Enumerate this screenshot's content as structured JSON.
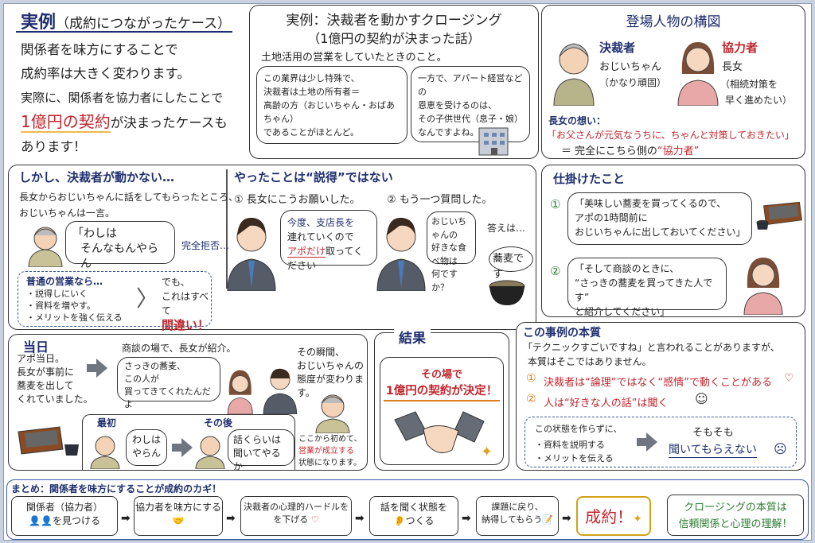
{
  "intro": {
    "title_main": "実例",
    "title_sub": "（成約につながったケース）",
    "line1": "関係者を味方にすることで",
    "line2": "成約率は大きく変わります。",
    "line3": "実際に、関係者を協力者にしたことで",
    "highlight": "1億円の契約",
    "line4_rest": "が決まったケースも",
    "line5": "あります！"
  },
  "case": {
    "title": "実例：決裁者を動かすクロージング",
    "subtitle": "（1億円の契約が決まった話）",
    "lead": "土地活用の営業をしていたときのこと。",
    "bubble1": [
      "この業界は少し特殊で、",
      "決裁者は土地の所有者＝",
      "高齢の方（おじいちゃん・おばあちゃん）",
      "であることがほとんど。"
    ],
    "bubble2": [
      "一方で、アパート経営などの",
      "恩恵を受けるのは、",
      "その子供世代（息子・娘）",
      "なんですよね。"
    ]
  },
  "characters": {
    "title": "登場人物の構図",
    "decider_role": "決裁者",
    "decider_name": "おじいちゃん",
    "decider_note": "（かなり頑固）",
    "helper_role": "協力者",
    "helper_name": "長女",
    "helper_note1": "（相続対策を",
    "helper_note2": "早く進めたい）",
    "thought_label": "長女の想い：",
    "thought_quote": "「お父さんが元気なうちに、ちゃんと対策しておきたい」",
    "conclusion_prefix": "＝ 完全にこちら側の",
    "conclusion_emph": "“協力者”"
  },
  "stuck": {
    "title": "しかし、決裁者が動かない…",
    "text1": "長女からおじいちゃんに話をしてもらったところ、",
    "text2": "おじいちゃんは一言。",
    "quote1": "「わしは",
    "quote2": "そんなもんやらん",
    "reject": "完全拒否…",
    "normal_title": "普通の営業なら…",
    "normal_items": [
      "・説得しにいく",
      "・資料を増やす。",
      "・メリットを強く伝える"
    ],
    "but1": "でも、",
    "but2": "これはすべて",
    "wrong": "間違い！"
  },
  "did": {
    "title": "やったことは“説得”ではない",
    "step1": "① 長女にこうお願いした。",
    "bubble1_line1": "今度、支店長を",
    "bubble1_line2": "連れていくので",
    "bubble1_emph": "アポだけ",
    "bubble1_rest": "取ってください",
    "step2": "② もう一つ質問した。",
    "bubble2": [
      "おじいちゃんの",
      "好きな食べ物は",
      "何ですか？"
    ],
    "answer_label": "答えは…",
    "answer": "蕎麦です"
  },
  "trick": {
    "title": "仕掛けたこと",
    "num1": "①",
    "quote1": [
      "「美味しい蕎麦を買ってくるので、",
      "アポの1時間前に",
      "おじいちゃんに出しておいてください」"
    ],
    "num2": "②",
    "quote2": [
      "「そして商談のときに、",
      "“さっきの蕎麦を買ってきた人です”",
      "と紹介してください」"
    ]
  },
  "day": {
    "title": "当日",
    "text": [
      "アポ当日。",
      "長女が事前に",
      "蕎麦を出して",
      "くれていました。"
    ],
    "intro_label": "商談の場で、長女が紹介。",
    "intro_bubble": [
      "さっきの蕎麦、",
      "この人が",
      "買ってきてくれたんだよ"
    ],
    "moment": [
      "その瞬間、",
      "おじいちゃんの",
      "態度が変わります。"
    ],
    "before_label": "最初",
    "before_quote": [
      "わしは",
      "やらん"
    ],
    "after_label": "その後",
    "after_quote": [
      "話くらいは",
      "聞いてやるか"
    ],
    "note1": "ここから初めて、",
    "note_emph": "営業が成立する",
    "note2": "状態になります。"
  },
  "result": {
    "title": "結果",
    "line1": "その場で",
    "line2": "1億円の契約が決定！"
  },
  "essence": {
    "title": "この事例の本質",
    "text1": "「テクニックすごいですね」と言われることがありますが、",
    "text2": "本質はそこではありません。",
    "point1": "決裁者は“論理”ではなく“感情”で動くことがある",
    "point2": "人は“好きな人の話”は聞く",
    "without": "この状態を作らずに、",
    "items": [
      "・資料を説明する",
      "・メリットを伝える"
    ],
    "result1": "そもそも",
    "result2": "聞いてもらえない"
  },
  "summary": {
    "title": "まとめ：関係者を味方にすることが成約のカギ！",
    "steps": [
      {
        "line1": "関係者（協力者）",
        "line2": "を見つける"
      },
      {
        "line1": "協力者を味方にする",
        "line2": ""
      },
      {
        "line1": "決裁者の心理的ハードルを",
        "line2": "を下げる"
      },
      {
        "line1": "話を聞く状態を",
        "line2": "つくる"
      },
      {
        "line1": "課題に戻り、",
        "line2": "納得してもらう"
      }
    ],
    "final": "成約！",
    "essence1": "クロージングの本質は",
    "essence2": "信頼関係と心理の理解！"
  },
  "colors": {
    "navy": "#1f2f6e",
    "red": "#c0262d",
    "green": "#2e7d32",
    "orange": "#e07b1a",
    "gold": "#d4a017"
  }
}
